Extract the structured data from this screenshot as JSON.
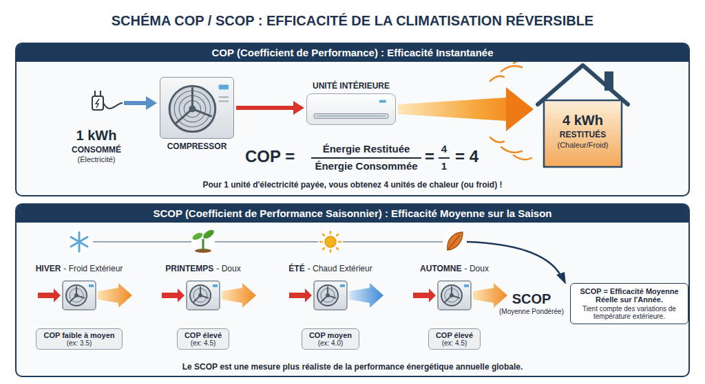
{
  "diagram": {
    "title": "SCHÉMA COP / SCOP : EFFICACITÉ DE LA CLIMATISATION RÉVERSIBLE",
    "nodes": [
      {
        "text": [
          "COP (Coefficient de Performance) : Efficacité Instantanée"
        ]
      },
      {
        "text": [
          "COMPRESSOR"
        ],
        "in": 0
      },
      {
        "text": [
          "UNITÉ INTÉRIEURE"
        ],
        "in": 0
      },
      {
        "text": [
          "4 kWh",
          "RESTITUÉS",
          "(Chaleur/Froid)"
        ],
        "in": 0
      },
      {
        "text": [
          "SCOP (Coefficient de Performance Saisonnier) : Efficacité Moyenne sur la Saison"
        ]
      },
      {
        "text": [
          "COP faible à moyen",
          "(ex: 3.5)"
        ],
        "in": 4
      },
      {
        "text": [
          "COP élevé",
          "(ex: 4.5)"
        ],
        "in": 4
      },
      {
        "text": [
          "COP moyen",
          "(ex: 4.0)"
        ],
        "in": 4
      },
      {
        "text": [
          "COP élevé",
          "(ex: 4.5)"
        ],
        "in": 4
      },
      {
        "text": [
          "SCOP = Efficacité Moyenne Réelle sur l'Année.",
          "Tient compte des variations de température extérieure."
        ],
        "in": 4
      }
    ],
    "edges": [
      {
        "from": 1,
        "to": 2,
        "arrow": "to"
      },
      {
        "from": 2,
        "to": 3,
        "arrow": "to"
      }
    ],
    "labels": [
      "1 kWh",
      "CONSOMMÉ",
      "(Électricité)",
      "COP =",
      "Énergie Restituée",
      "Énergie Consommée",
      "=",
      "4",
      "1",
      "= 4",
      "Pour 1 unité d'électricité payée, vous obtenez 4 unités de chaleur (ou froid) !",
      "HIVER",
      "- Froid Extérieur",
      "PRINTEMPS",
      "- Doux",
      "ÉTÉ",
      "- Chaud Extérieur",
      "AUTOMNE",
      "- Doux",
      "SCOP",
      "(Moyenne Pondérée)",
      "Le SCOP est une mesure plus réaliste de la performance énergétique annuelle globale."
    ]
  }
}
